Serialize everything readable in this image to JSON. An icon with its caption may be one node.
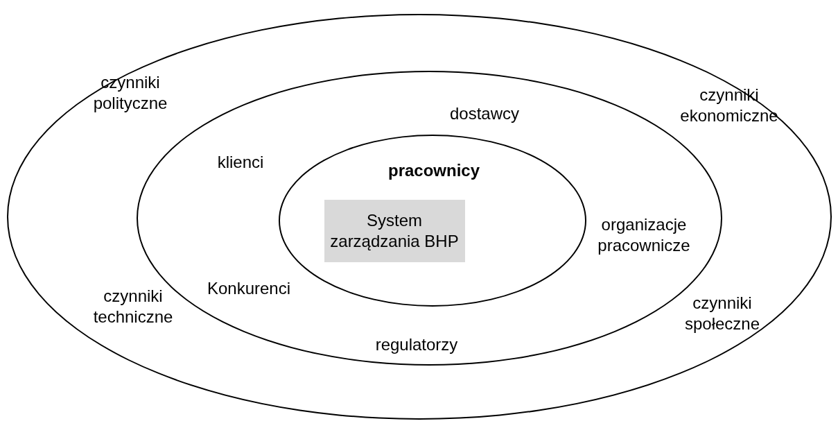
{
  "diagram": {
    "nodes": [
      {
        "text": [
          "czynniki polityczne",
          "czynniki ekonomiczne",
          "czynniki techniczne",
          "czynniki społeczne"
        ]
      },
      {
        "text": [
          "dostawcy",
          "klienci",
          "organizacje pracownicze",
          "Konkurenci",
          "regulatorzy"
        ],
        "in": 0
      },
      {
        "text": [
          "pracownicy"
        ],
        "in": 1
      },
      {
        "text": [
          "System zarządzania BHP"
        ],
        "in": 2
      }
    ]
  }
}
